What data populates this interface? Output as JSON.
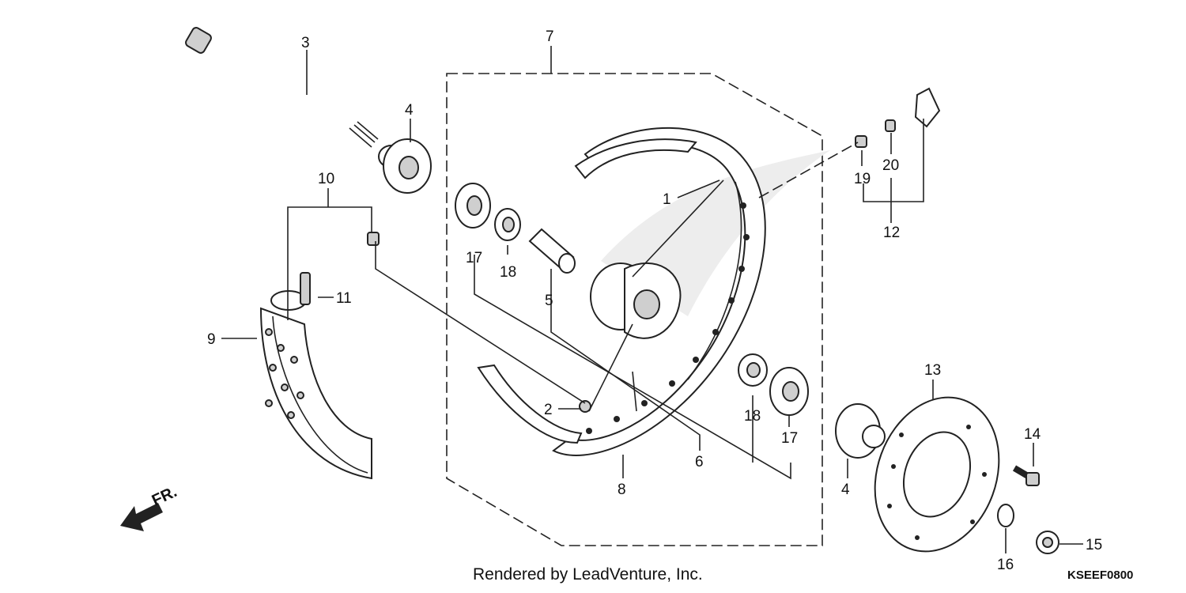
{
  "diagram": {
    "callouts": [
      "1",
      "2",
      "3",
      "4",
      "4",
      "5",
      "6",
      "7",
      "8",
      "9",
      "10",
      "11",
      "12",
      "13",
      "14",
      "15",
      "16",
      "17",
      "17",
      "18",
      "18",
      "19",
      "20"
    ],
    "footer_text": "Rendered by LeadVenture, Inc.",
    "diagram_code": "KSEEF0800",
    "front_indicator": "FR."
  }
}
